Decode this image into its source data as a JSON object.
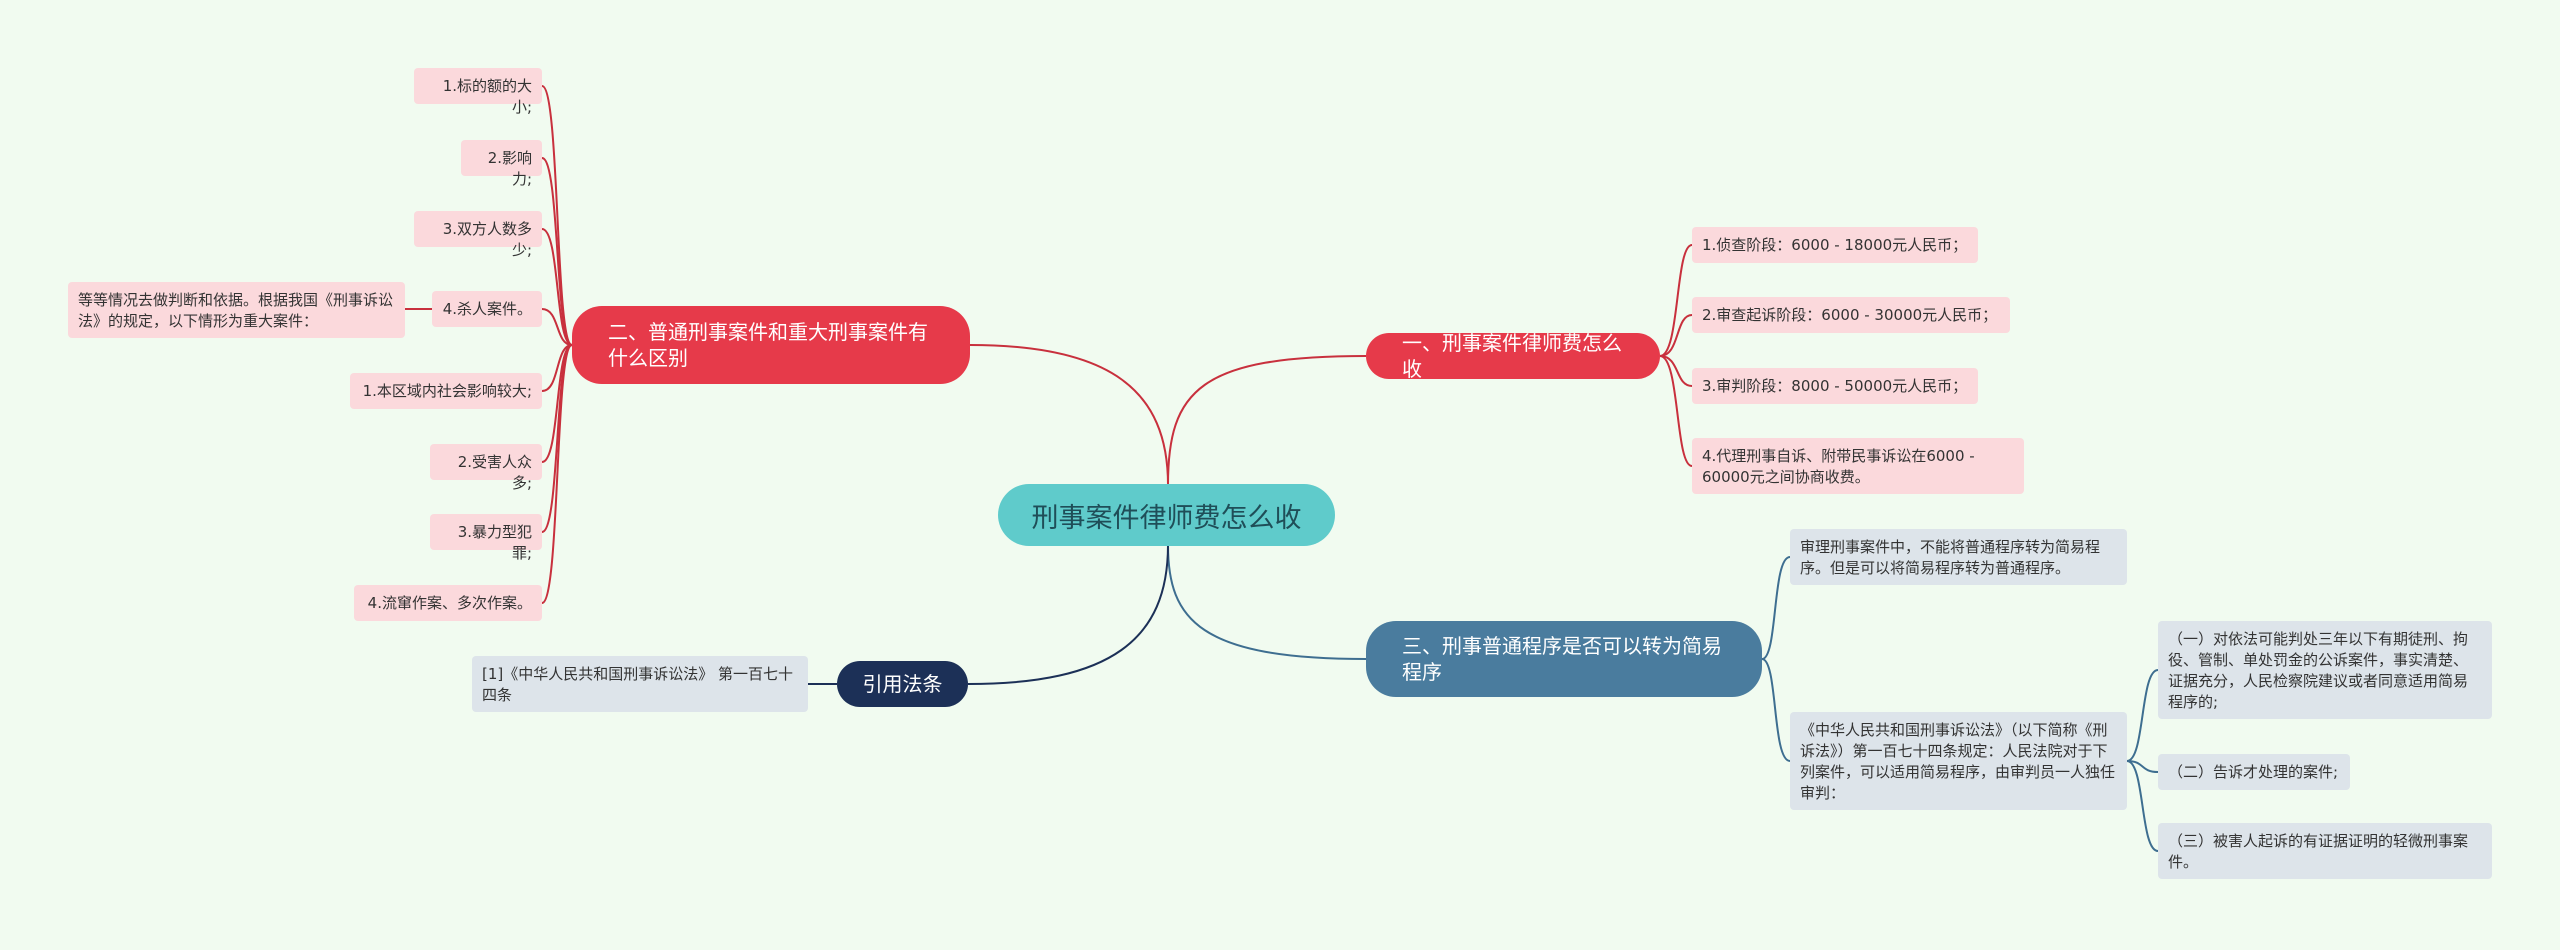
{
  "root": "刑事案件律师费怎么收",
  "branches": {
    "fees": {
      "title": "一、刑事案件律师费怎么收",
      "items": [
        "1.侦查阶段：6000 - 18000元人民币；",
        "2.审查起诉阶段：6000 - 30000元人民币；",
        "3.审判阶段：8000 - 50000元人民币；",
        "4.代理刑事自诉、附带民事诉讼在6000 - 60000元之间协商收费。"
      ]
    },
    "diff": {
      "title": "二、普通刑事案件和重大刑事案件有什么区别",
      "items": [
        "1.标的额的大小;",
        "2.影响力;",
        "3.双方人数多少;",
        "4.杀人案件。",
        "1.本区域内社会影响较大;",
        "2.受害人众多;",
        "3.暴力型犯罪;",
        "4.流窜作案、多次作案。"
      ],
      "note": "等等情况去做判断和依据。根据我国《刑事诉讼法》的规定，以下情形为重大案件："
    },
    "procedure": {
      "title": "三、刑事普通程序是否可以转为简易程序",
      "items": [
        "审理刑事案件中，不能将普通程序转为简易程序。但是可以将简易程序转为普通程序。",
        "《中华人民共和国刑事诉讼法》（以下简称《刑诉法》）第一百七十四条规定：人民法院对于下列案件，可以适用简易程序，由审判员一人独任审判："
      ],
      "subitems": [
        "（一）对依法可能判处三年以下有期徒刑、拘役、管制、单处罚金的公诉案件，事实清楚、证据充分，人民检察院建议或者同意适用简易程序的;",
        "（二）告诉才处理的案件;",
        "（三）被害人起诉的有证据证明的轻微刑事案件。"
      ]
    },
    "law": {
      "title": "引用法条",
      "items": [
        "[1]《中华人民共和国刑事诉讼法》 第一百七十四条"
      ]
    }
  },
  "colors": {
    "background": "#f1fbf0",
    "root": "#5fcbcb",
    "red_branch": "#e63a4a",
    "red_leaf": "#fbd9dc",
    "blue_branch": "#4a7c9e",
    "navy_branch": "#1c3057",
    "grey_leaf": "#dde4ea"
  }
}
